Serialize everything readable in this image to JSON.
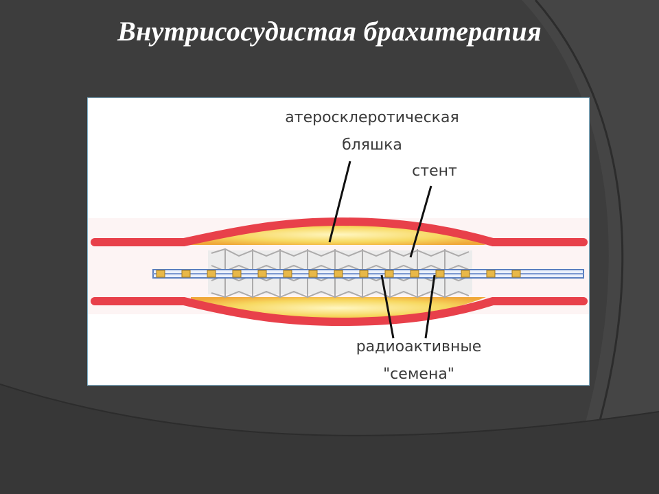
{
  "slide": {
    "title": "Внутрисосудистая брахитерапия"
  },
  "diagram": {
    "labels": {
      "plaque_line1": "атеросклеротическая",
      "plaque_line2": "бляшка",
      "stent": "стент",
      "seeds_line1": "радиоактивные",
      "seeds_line2": "\"семена\""
    },
    "colors": {
      "vessel_wall": "#e8404a",
      "plaque": "#f6d25a",
      "plaque_core": "#fff3b0",
      "stent": "#c9c9c9",
      "catheter": "#5a7fc0",
      "seed": "#e0b040"
    }
  }
}
